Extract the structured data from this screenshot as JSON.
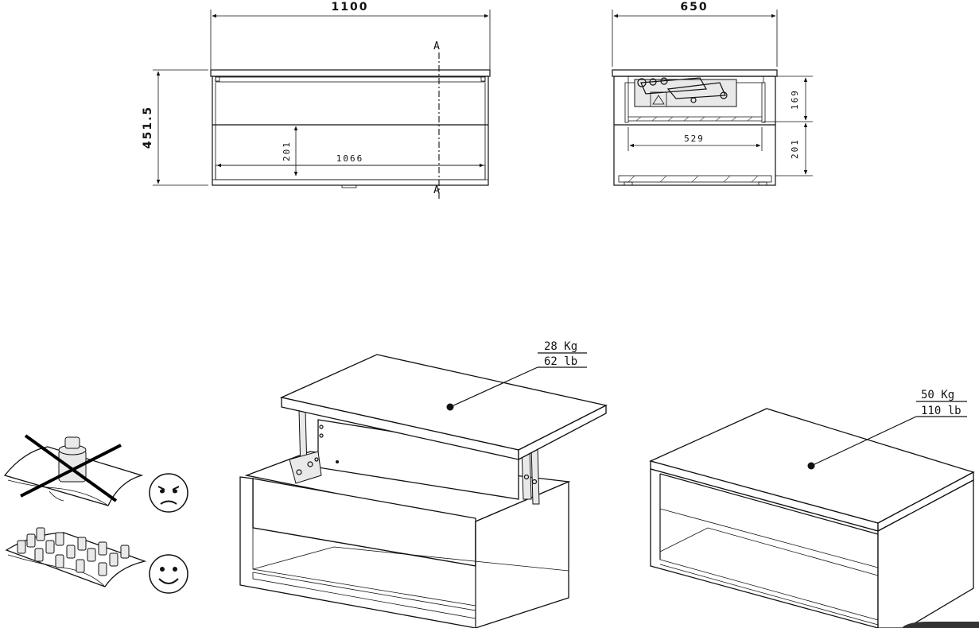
{
  "front_view": {
    "width_label": "1100",
    "height_label": "451.5",
    "inner_height_label": "201",
    "inner_width_label": "1066",
    "section_top": "A",
    "section_bottom": "A"
  },
  "side_view": {
    "depth_label": "650",
    "mechanism_height_label": "169",
    "lower_height_label": "201",
    "inner_depth_label": "529"
  },
  "lifted_table": {
    "load_kg": "28  Kg",
    "load_lb": "62  lb"
  },
  "closed_table": {
    "load_kg": "50  Kg",
    "load_lb": "110  lb"
  },
  "icons": {
    "wrong": "angry-face-icon",
    "right": "smiley-face-icon"
  }
}
